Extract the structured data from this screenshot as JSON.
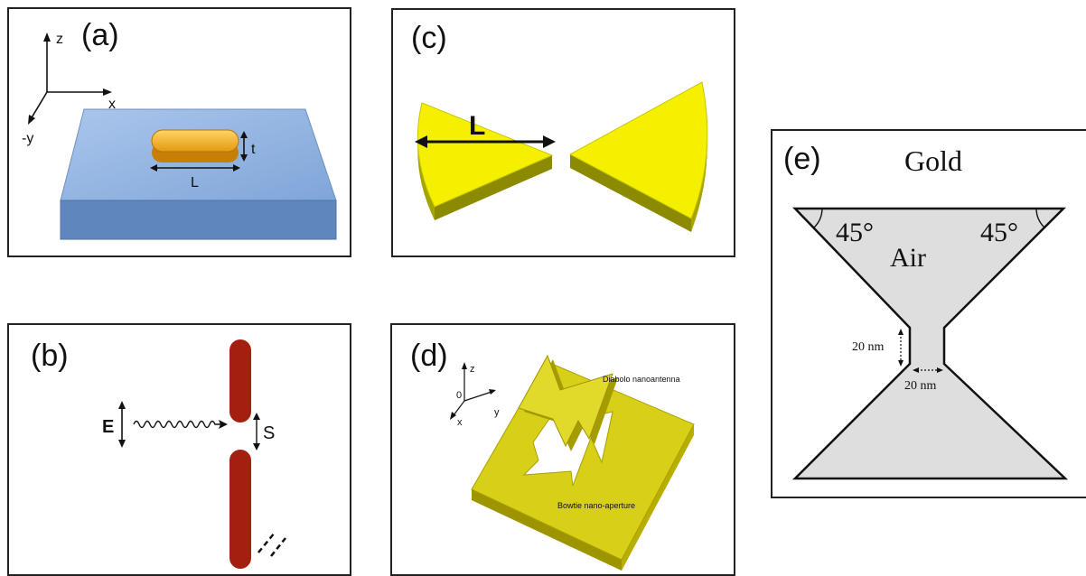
{
  "panels": {
    "a": {
      "label": "(a)",
      "axis_z": "z",
      "axis_x": "x",
      "axis_y": "-y",
      "dim_t": "t",
      "dim_L": "L"
    },
    "b": {
      "label": "(b)",
      "field": "E",
      "gap": "S"
    },
    "c": {
      "label": "(c)",
      "dim_L": "L"
    },
    "d": {
      "label": "(d)",
      "axis_z": "z",
      "axis_origin": "0",
      "axis_y": "y",
      "axis_x": "x",
      "annot_top": "Diabolo nanoantenna",
      "annot_bottom": "Bowtie nano-aperture"
    },
    "e": {
      "label": "(e)",
      "material": "Gold",
      "medium": "Air",
      "angle_left": "45°",
      "angle_right": "45°",
      "dim_vertical": "20 nm",
      "dim_horizontal": "20 nm"
    }
  },
  "colors": {
    "substrate": "#8fb2e0",
    "gold_rod": "#f2b431",
    "gold_bowtie": "#f2ef00",
    "dipole": "#a31f0f",
    "gold_film": "#d7cf18",
    "aperture_fill": "#dedede"
  }
}
